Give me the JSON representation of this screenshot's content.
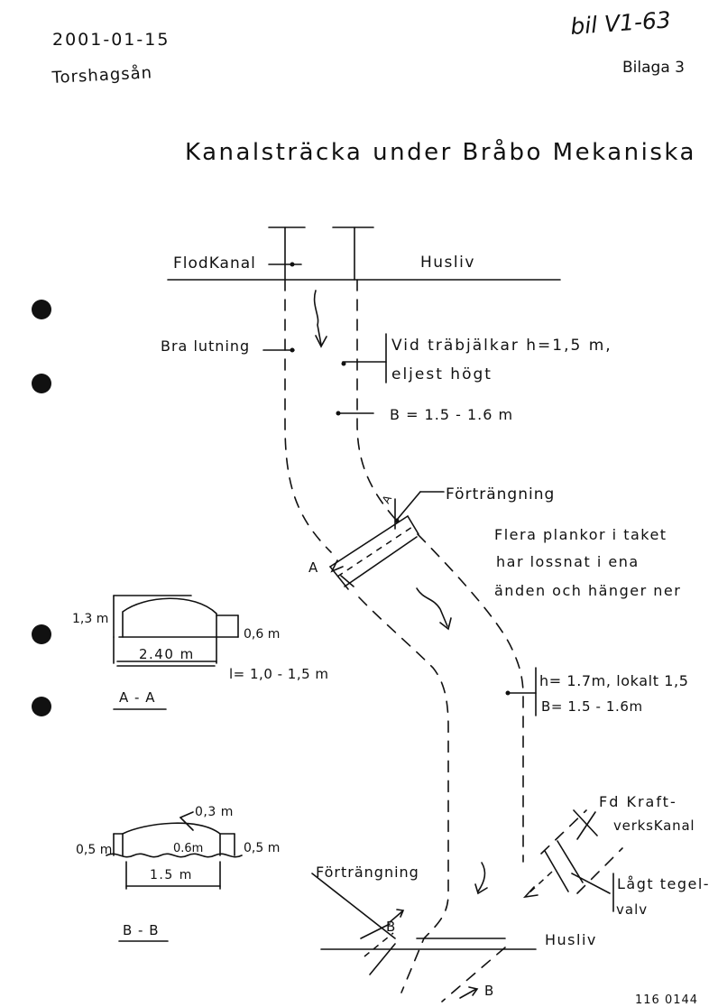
{
  "header": {
    "date": "2001-01-15",
    "place": "Torshagsån",
    "ref": "bil V1-63",
    "appendix": "Bilaga 3"
  },
  "title": "Kanalsträcka under Bråbo Mekaniska",
  "labels": {
    "flodkanal": "FlodKanal",
    "husliv_top": "Husliv",
    "bra_lutning": "Bra lutning",
    "vid_trabjalkar": "Vid träbjälkar h=1,5 m,",
    "eljest_hogt": "eljest högt",
    "b_top": "B = 1.5 - 1.6 m",
    "fortrangning_1": "Förträngning",
    "section_a_marker": "A",
    "plankor_1": "Flera plankor i taket",
    "plankor_2": "har lossnat i ena",
    "plankor_3": "änden och hänger ner",
    "h_mid": "h= 1.7m, lokalt 1,5",
    "b_mid": "B= 1.5 - 1.6m",
    "fd_kraft_1": "Fd Kraft-",
    "fd_kraft_2": "verksKanal",
    "lagt_1": "Lågt tegel-",
    "lagt_2": "valv",
    "fortrangning_2": "Förträngning",
    "section_b_marker": "B",
    "husliv_bottom": "Husliv",
    "doc_number": "116 0144"
  },
  "section_aa": {
    "height_left": "1,3 m",
    "height_right": "0,6 m",
    "width": "2.40 m",
    "length": "l= 1,0 - 1,5 m",
    "caption": "A - A"
  },
  "section_bb": {
    "top": "0,3 m",
    "left": "0,5 m",
    "center": "0.6m",
    "right": "0,5 m",
    "width": "1.5 m",
    "caption": "B - B"
  }
}
